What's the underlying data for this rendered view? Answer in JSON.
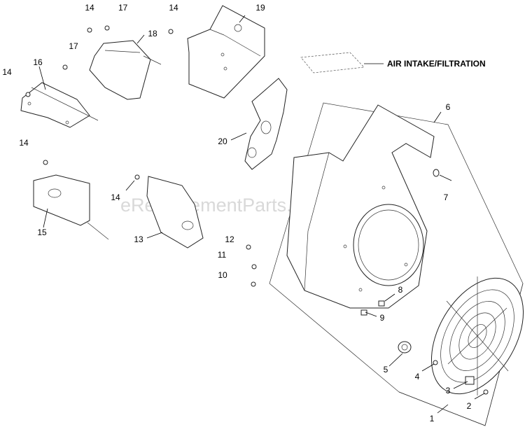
{
  "diagram": {
    "callout": "AIR INTAKE/FILTRATION",
    "watermark": "eReplacementParts.com",
    "labels": {
      "p1": "1",
      "p2": "2",
      "p3": "3",
      "p4": "4",
      "p5": "5",
      "p6": "6",
      "p7": "7",
      "p8": "8",
      "p9": "9",
      "p10": "10",
      "p11": "11",
      "p12": "12",
      "p13": "13",
      "p14a": "14",
      "p14b": "14",
      "p14c": "14",
      "p14d": "14",
      "p14e": "14",
      "p15": "15",
      "p16": "16",
      "p17a": "17",
      "p17b": "17",
      "p18": "18",
      "p19": "19",
      "p20": "20"
    }
  }
}
